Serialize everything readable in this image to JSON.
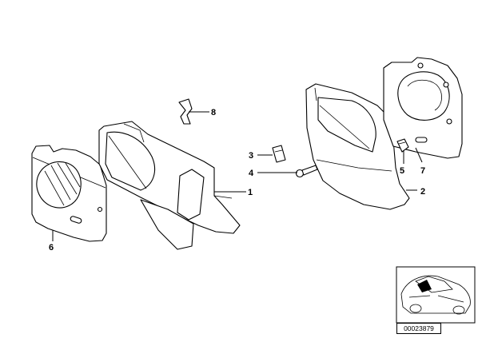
{
  "diagram": {
    "callouts": [
      {
        "id": "1",
        "label": "1"
      },
      {
        "id": "2",
        "label": "2"
      },
      {
        "id": "3",
        "label": "3"
      },
      {
        "id": "4",
        "label": "4"
      },
      {
        "id": "5",
        "label": "5"
      },
      {
        "id": "6",
        "label": "6"
      },
      {
        "id": "7",
        "label": "7"
      },
      {
        "id": "8",
        "label": "8"
      }
    ],
    "reference_number": "00023879"
  }
}
